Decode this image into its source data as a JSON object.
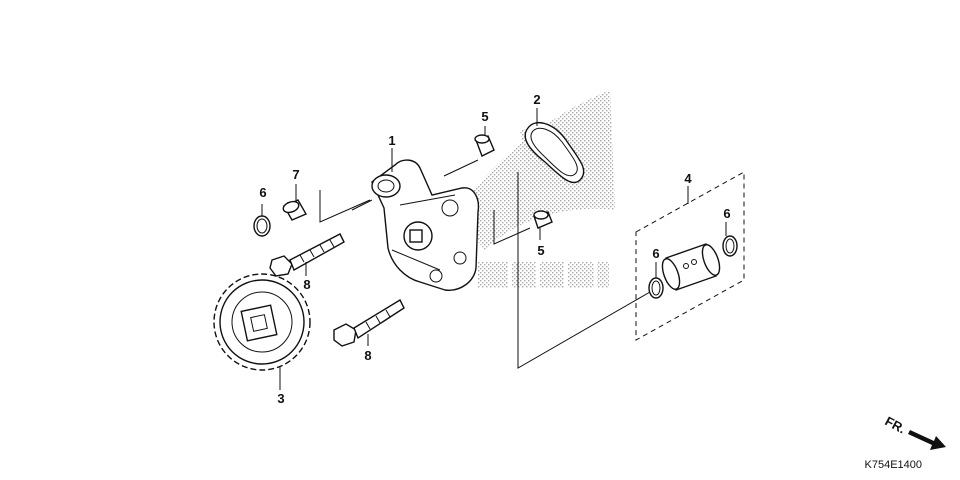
{
  "callouts": [
    {
      "id": "c1",
      "text": "1"
    },
    {
      "id": "c2",
      "text": "2"
    },
    {
      "id": "c3",
      "text": "3"
    },
    {
      "id": "c4",
      "text": "4"
    },
    {
      "id": "c5a",
      "text": "5"
    },
    {
      "id": "c5b",
      "text": "5"
    },
    {
      "id": "c6a",
      "text": "6"
    },
    {
      "id": "c6b",
      "text": "6"
    },
    {
      "id": "c6c",
      "text": "6"
    },
    {
      "id": "c7",
      "text": "7"
    },
    {
      "id": "c8a",
      "text": "8"
    },
    {
      "id": "c8b",
      "text": "8"
    }
  ],
  "direction_mark": "FR.",
  "diagram_code": "K754E1400",
  "colors": {
    "ink": "#111111",
    "background": "#ffffff",
    "watermark": "#bdbdbd"
  }
}
